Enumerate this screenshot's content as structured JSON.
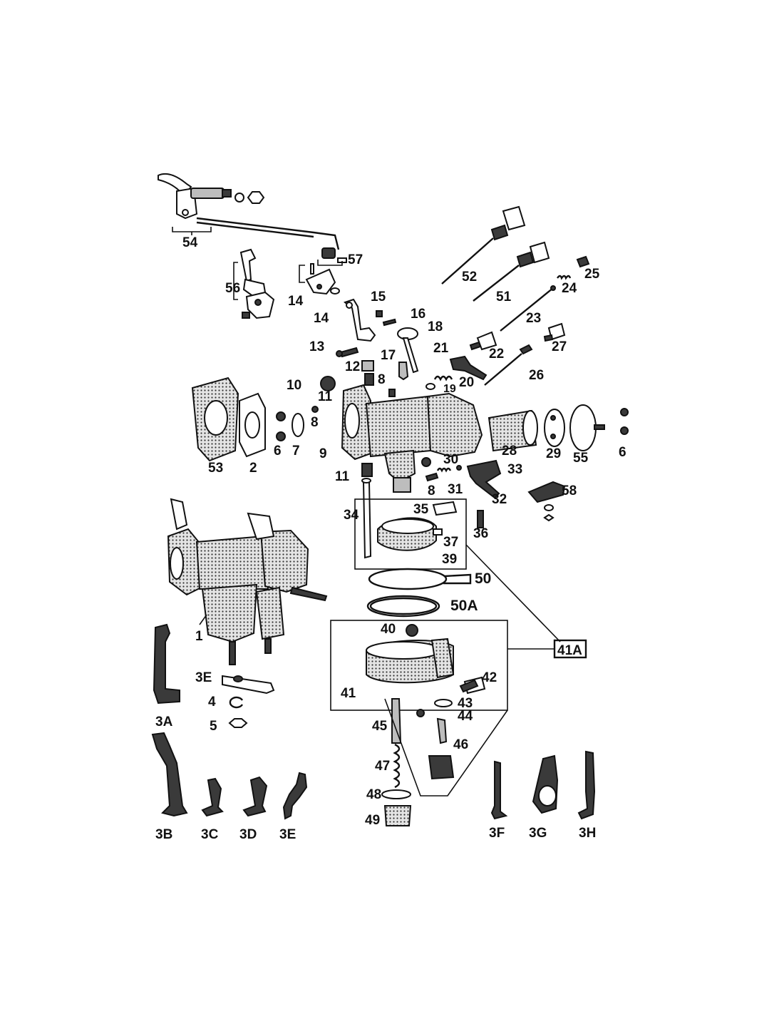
{
  "callouts": {
    "c1": "1",
    "c2": "2",
    "c3A": "3A",
    "c3B": "3B",
    "c3C": "3C",
    "c3D": "3D",
    "c3E_top": "3E",
    "c3E_bottom": "3E",
    "c3F": "3F",
    "c3G": "3G",
    "c3H": "3H",
    "c4": "4",
    "c5": "5",
    "c6_left": "6",
    "c6_right": "6",
    "c7": "7",
    "c8_a": "8",
    "c8_b": "8",
    "c8_c": "8",
    "c9": "9",
    "c10": "10",
    "c11_a": "11",
    "c11_b": "11",
    "c12": "12",
    "c13": "13",
    "c14_a": "14",
    "c14_b": "14",
    "c15": "15",
    "c16": "16",
    "c17": "17",
    "c18": "18",
    "c19": "19",
    "c20": "20",
    "c21": "21",
    "c22": "22",
    "c23": "23",
    "c24": "24",
    "c25": "25",
    "c26": "26",
    "c27": "27",
    "c28": "28",
    "c29": "29",
    "c30": "30",
    "c31": "31",
    "c32": "32",
    "c33": "33",
    "c34": "34",
    "c35": "35",
    "c36": "36",
    "c37": "37",
    "c39": "39",
    "c40": "40",
    "c41": "41",
    "c41A": "41A",
    "c42": "42",
    "c43": "43",
    "c44": "44",
    "c45": "45",
    "c46": "46",
    "c47": "47",
    "c48": "48",
    "c49": "49",
    "c50": "50",
    "c50A": "50A",
    "c51": "51",
    "c52": "52",
    "c53": "53",
    "c54": "54",
    "c55": "55",
    "c56": "56",
    "c57": "57",
    "c58": "58"
  }
}
